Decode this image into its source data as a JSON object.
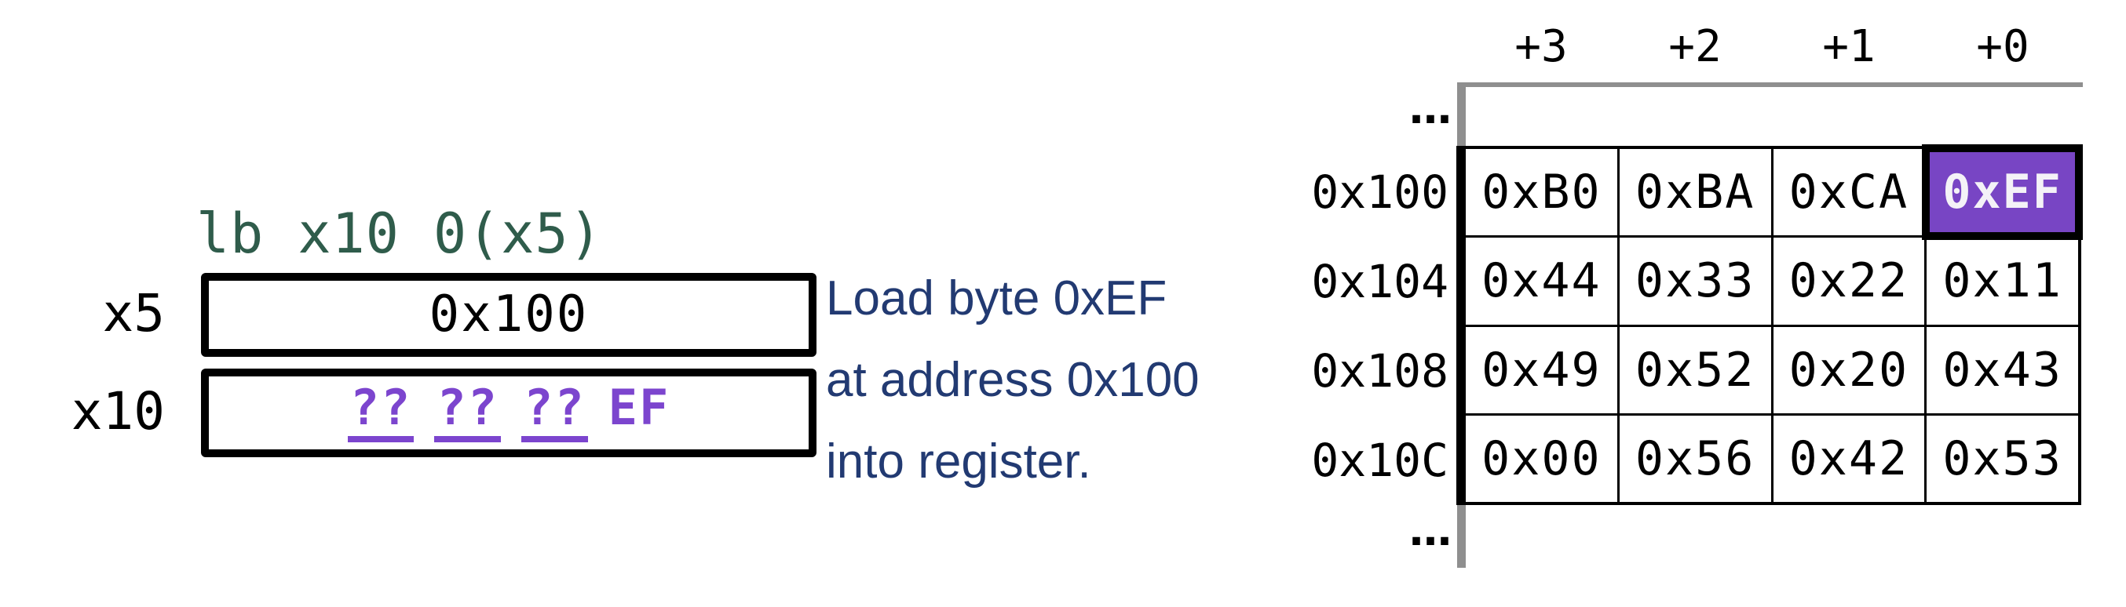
{
  "instruction": "lb x10 0(x5)",
  "registers": [
    {
      "name": "x5",
      "value": "0x100"
    },
    {
      "name": "x10",
      "unknown": "??",
      "byte": "EF"
    }
  ],
  "caption": {
    "lines": [
      "Load byte 0xEF",
      "at address 0x100",
      "into register."
    ]
  },
  "memory": {
    "col_headers": [
      "+3",
      "+2",
      "+1",
      "+0"
    ],
    "ellipsis": "…",
    "rows": [
      {
        "address": "0x100",
        "cells": [
          "0xB0",
          "0xBA",
          "0xCA",
          "0xEF"
        ],
        "highlighted_cell": "0xEF"
      },
      {
        "address": "0x104",
        "cells": [
          "0x44",
          "0x33",
          "0x22",
          "0x11"
        ]
      },
      {
        "address": "0x108",
        "cells": [
          "0x49",
          "0x52",
          "0x20",
          "0x43"
        ]
      },
      {
        "address": "0x10C",
        "cells": [
          "0x00",
          "0x56",
          "0x42",
          "0x53"
        ]
      }
    ]
  },
  "colors": {
    "green": "#2F5C4B",
    "navy": "#223A72",
    "purple": "#7C45CE",
    "purple-fill": "#7845C4",
    "offwhite": "#F4F2F7",
    "gray": "#8F8F8F"
  }
}
